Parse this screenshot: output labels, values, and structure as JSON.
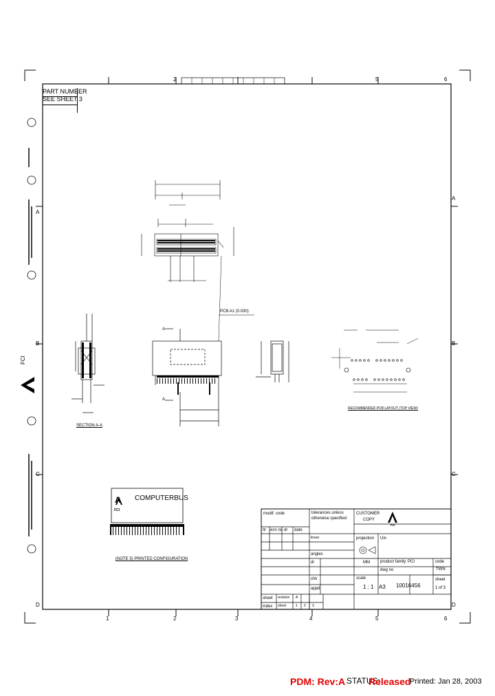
{
  "part": {
    "label": "PART NUMBER",
    "see": "SEE SHEET 3"
  },
  "column_markers": [
    "1",
    "2",
    "3",
    "4",
    "5",
    "6"
  ],
  "row_markers": [
    "A",
    "B",
    "C",
    "D"
  ],
  "views": {
    "section_label": "SECTION A-A",
    "recommended_label": "RECOMMENDED PCB LAYOUT (TOP VIEW)",
    "note_label": "(NOTE 5) PRINTED CONFIGURATION",
    "callout_label": "PCB A1 (0.030)",
    "section_marker": "A"
  },
  "marking": {
    "brand": "COMPUTERBUS",
    "logo_text": "A",
    "logo_sub": "FCI"
  },
  "title_block": {
    "modif_code": "modif. code",
    "tolerances": "tolerances unless",
    "otherwise": "otherwise specified",
    "customer": "CUSTOMER",
    "copy": "COPY",
    "ltr": "ltr",
    "ecn": "ecn no",
    "dr": "dr",
    "date": "date",
    "linear": "linear",
    "projection": "projection",
    "projection_val": "Uin",
    "angles": "angles",
    "dr_row": "dr",
    "mm_val": "MM",
    "product_family": "product family",
    "product_family_val": "PCI",
    "chk": "chk",
    "dwg_no_label": "dwg no",
    "dwg_no": "10016456",
    "scale": "scale",
    "scale_val": "1 : 1",
    "size": "A3",
    "appd": "appd",
    "code": "code",
    "code_val": "TWN",
    "sheet": "sheet",
    "sheet_val": "1 of 3",
    "sheet_label": "sheet",
    "revision": "revision",
    "index": "index",
    "sheet_sub": "sheet",
    "rev_a": "A",
    "idx_1": "1",
    "idx_2": "2",
    "idx_3": "3",
    "fci": "FCI"
  },
  "footer": {
    "pdm": "PDM: Rev:A",
    "status_label": "STATUS:",
    "status_value": "Released",
    "printed": "Printed: Jan 28, 2003"
  }
}
